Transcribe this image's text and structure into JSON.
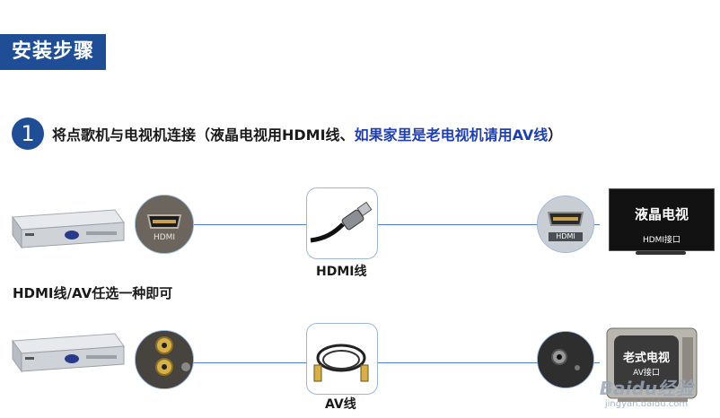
{
  "header": {
    "title": "安装步骤"
  },
  "step": {
    "number": "1",
    "text_prefix": "将点歌机与电视机连接（液晶电视用HDMI线、",
    "text_highlight": "如果家里是老电视机请用AV线",
    "text_suffix": "）"
  },
  "rows": {
    "hdmi": {
      "port_label": "HDMI",
      "cable_caption": "HDMI线",
      "tv_port_label": "HDMI",
      "tv_screen_title": "液晶电视",
      "tv_screen_sub": "HDMI接口"
    },
    "note": "HDMI线/AV任选一种即可",
    "av": {
      "cable_caption": "AV线",
      "tv_screen_title": "老式电视",
      "tv_screen_sub": "AV接口"
    }
  },
  "watermark": {
    "logo": "Baidu经验",
    "url": "jingyan.baidu.com"
  },
  "colors": {
    "accent": "#1f4e96",
    "highlight": "#1f3fb0",
    "line": "#4d7fc0"
  }
}
